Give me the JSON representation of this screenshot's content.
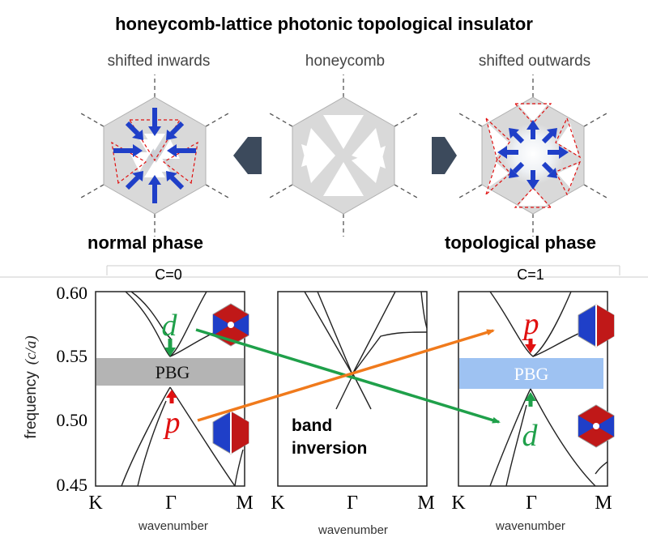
{
  "title": "honeycomb-lattice photonic topological insulator",
  "structures": [
    {
      "label": "shifted inwards"
    },
    {
      "label": "honeycomb"
    },
    {
      "label": "shifted outwards"
    }
  ],
  "phases": {
    "normal": "normal phase",
    "topological": "topological phase"
  },
  "chern": {
    "left": "C=0",
    "right": "C=1"
  },
  "y_axis": {
    "label": "frequency",
    "unit": "(c/a)",
    "ticks": [
      "0.60",
      "0.55",
      "0.50",
      "0.45"
    ]
  },
  "x_ticks": [
    "K",
    "Γ",
    "M"
  ],
  "x_label": "wavenumber",
  "pbg_label": "PBG",
  "modes": {
    "p": "p",
    "d": "d"
  },
  "band_inversion": [
    "band",
    "inversion"
  ],
  "colors": {
    "arrow_green": "#1fa04a",
    "arrow_orange": "#f07a1c",
    "mode_red": "#e01010",
    "pbg_gray": "#b4b4b4",
    "pbg_blue": "#9ec2f2",
    "field_blue": "#1f3fc8"
  }
}
